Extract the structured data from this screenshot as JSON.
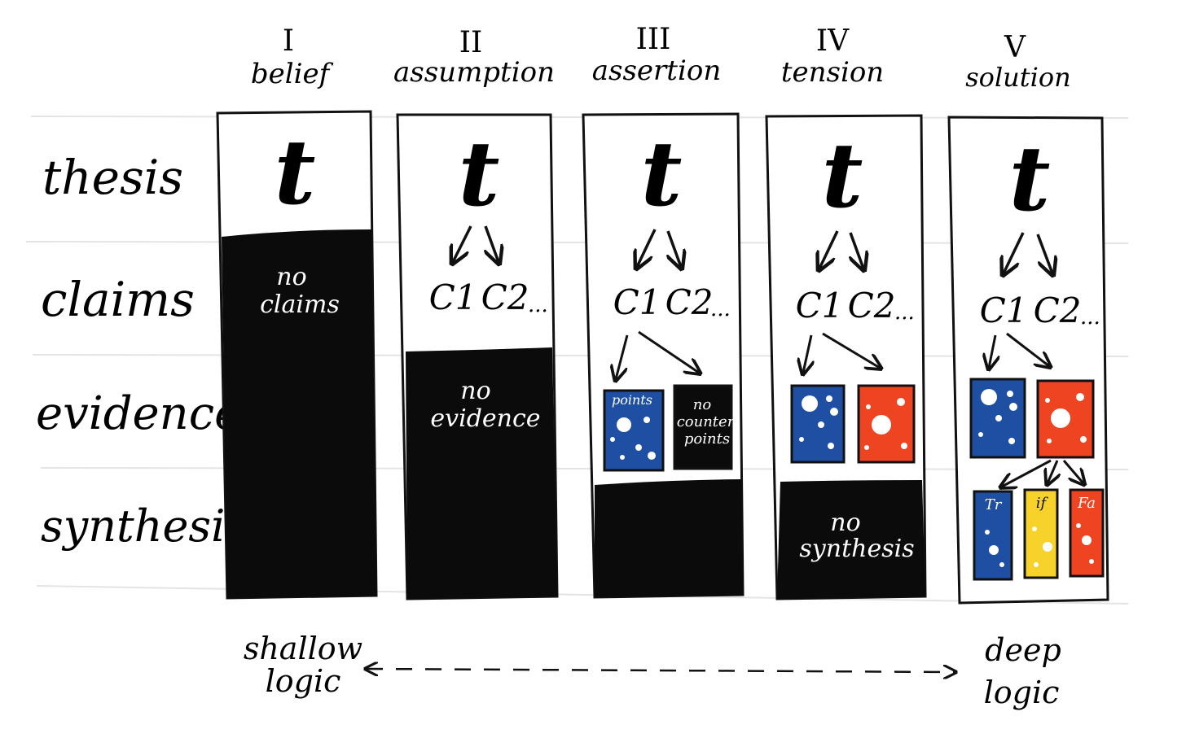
{
  "rows": [
    {
      "label": "thesis"
    },
    {
      "label": "claims"
    },
    {
      "label": "evidence"
    },
    {
      "label": "synthesis"
    }
  ],
  "columns": [
    {
      "numeral": "I",
      "title": "belief",
      "thesis": "t",
      "black_note": [
        "no",
        "claims"
      ]
    },
    {
      "numeral": "II",
      "title": "assumption",
      "thesis": "t",
      "claims": [
        "C1",
        "C2"
      ],
      "ellipsis": "...",
      "black_note": [
        "no",
        "evidence"
      ]
    },
    {
      "numeral": "III",
      "title": "assertion",
      "thesis": "t",
      "claims": [
        "C1",
        "C2"
      ],
      "ellipsis": "...",
      "points_label": "points",
      "counter_note": [
        "no",
        "counter",
        "points"
      ]
    },
    {
      "numeral": "IV",
      "title": "tension",
      "thesis": "t",
      "claims": [
        "C1",
        "C2"
      ],
      "ellipsis": "...",
      "black_note": [
        "no",
        "synthesis"
      ]
    },
    {
      "numeral": "V",
      "title": "solution",
      "thesis": "t",
      "claims": [
        "C1",
        "C2"
      ],
      "ellipsis": "...",
      "synthesis_labels": [
        "Tr",
        "if",
        "Fa"
      ]
    }
  ],
  "spectrum": {
    "left": [
      "shallow",
      "logic"
    ],
    "right": [
      "deep",
      "logic"
    ]
  },
  "colors": {
    "blue": "#1f4fa3",
    "red": "#ee4422",
    "yellow": "#f6d22a",
    "black": "#0b0b0b",
    "guide": "#e4e4e4"
  }
}
